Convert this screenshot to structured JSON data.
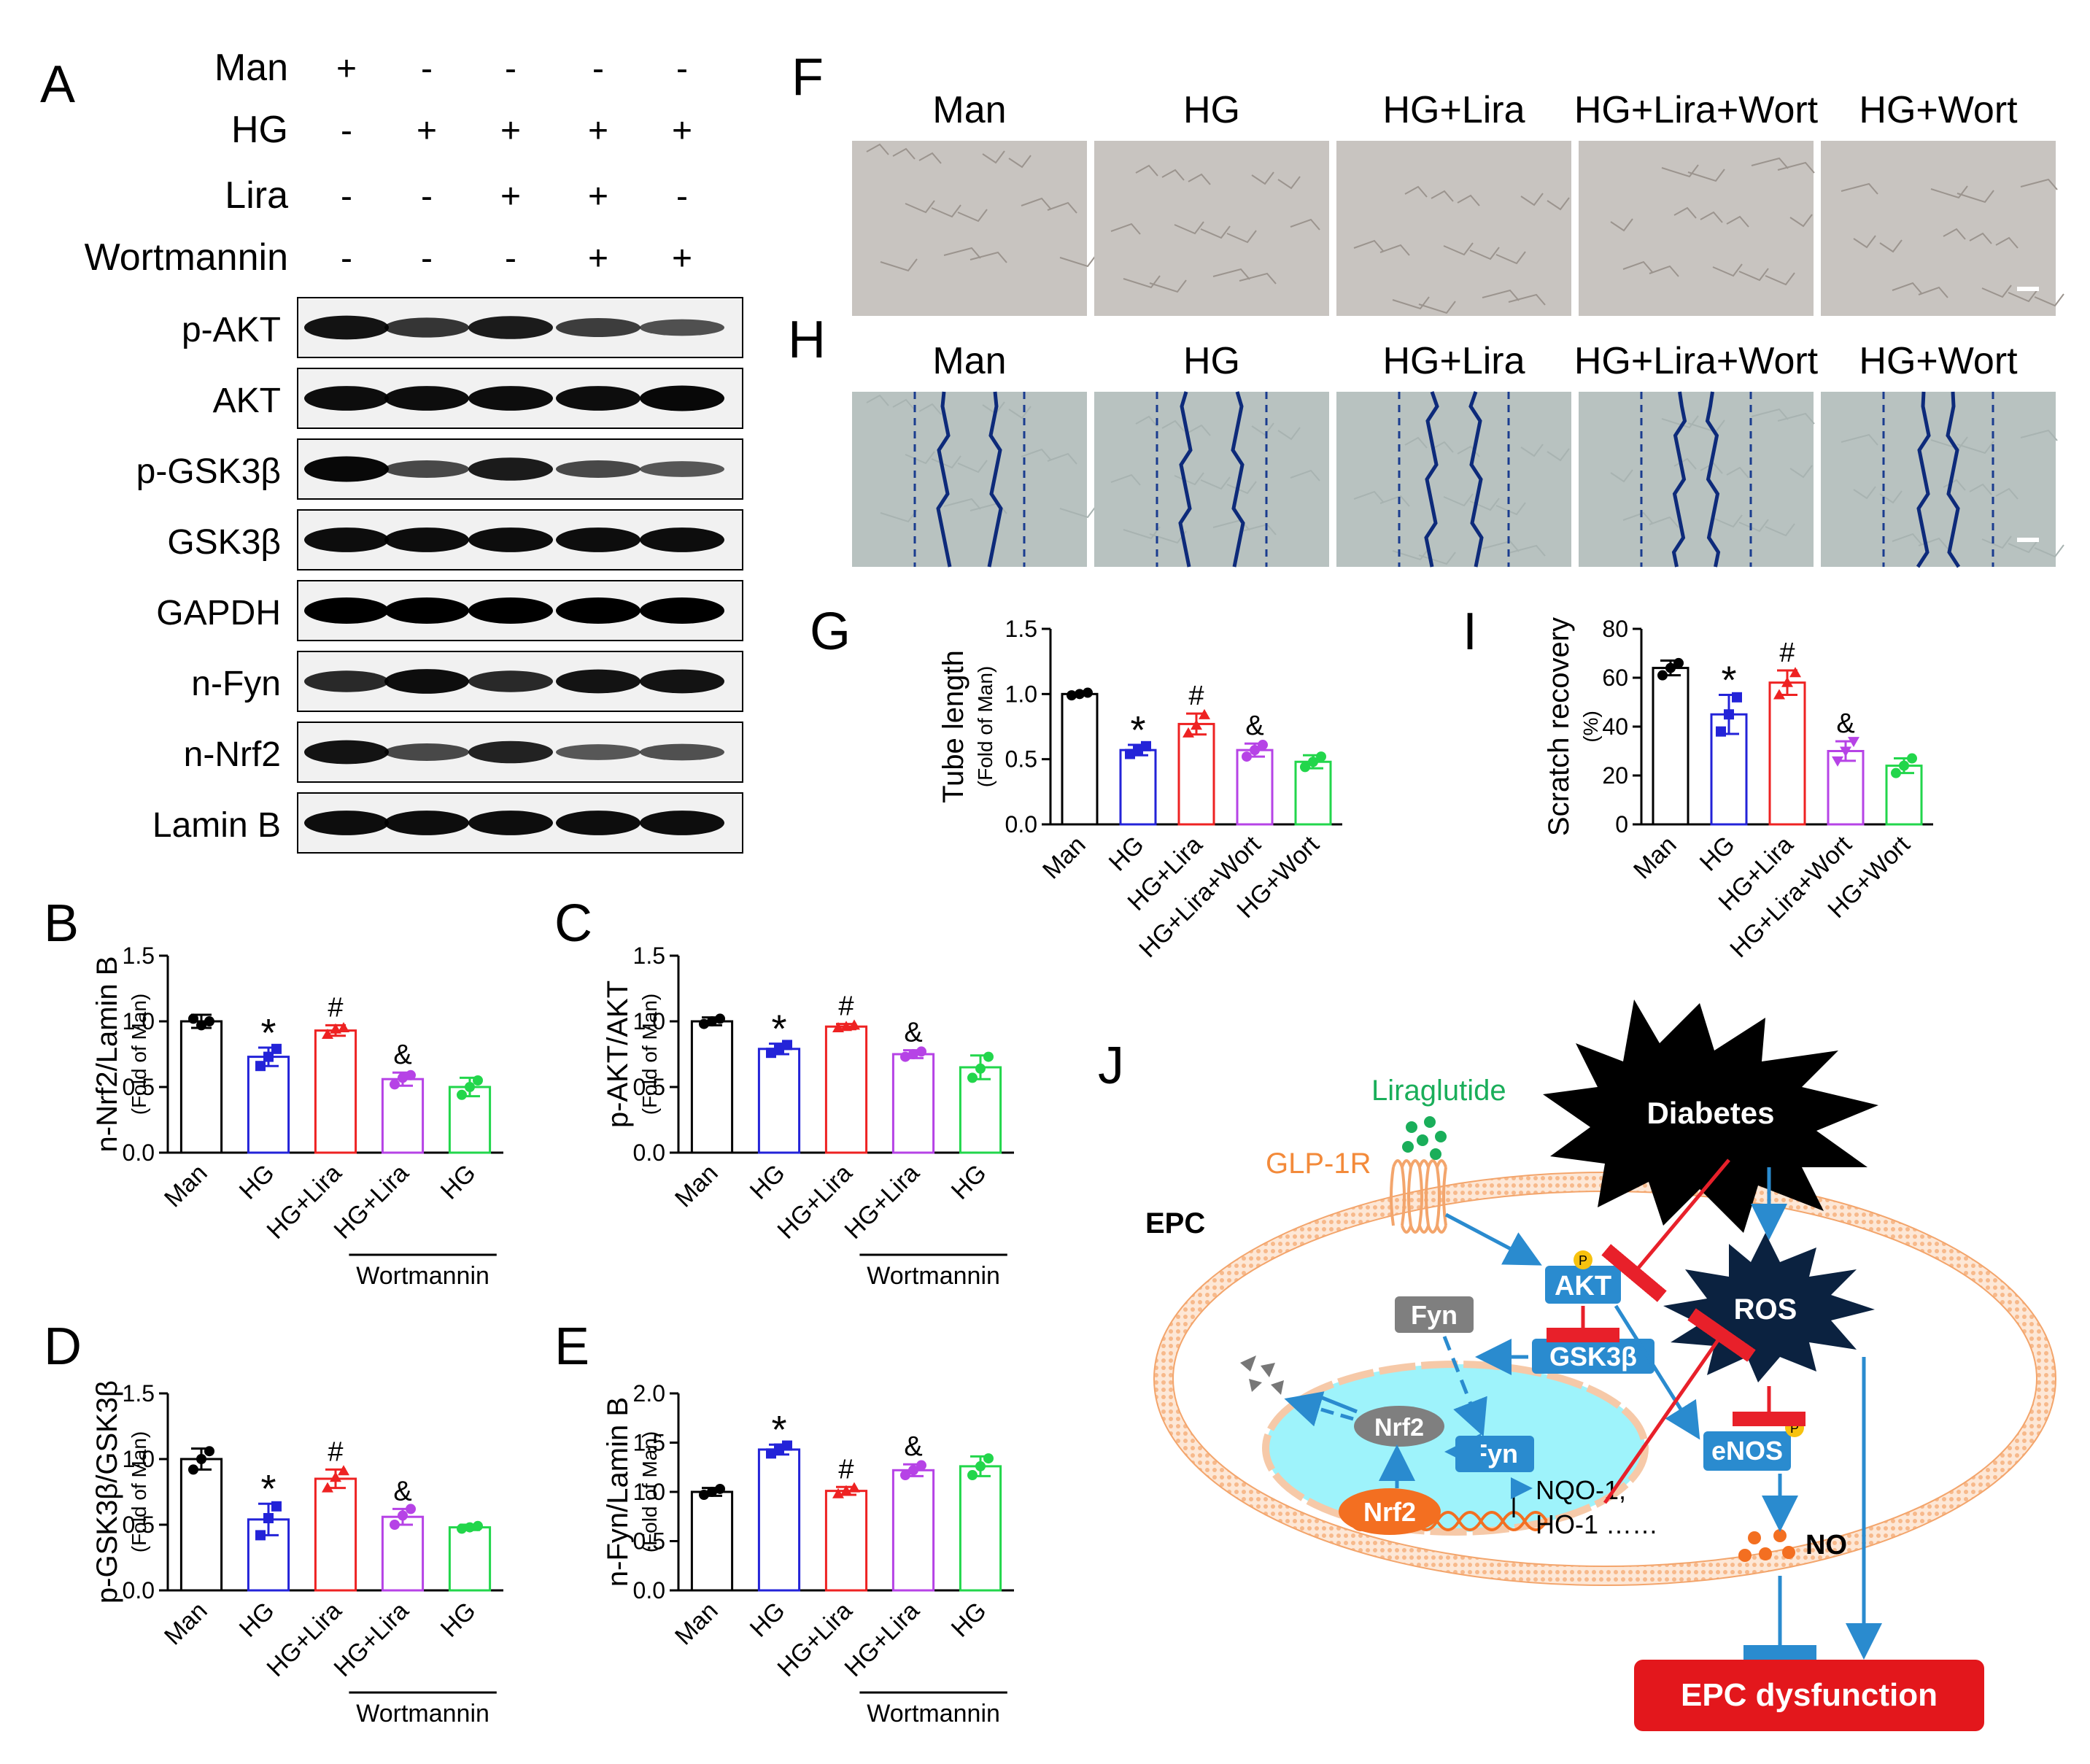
{
  "panel_letters": {
    "A": "A",
    "B": "B",
    "C": "C",
    "D": "D",
    "E": "E",
    "F": "F",
    "G": "G",
    "H": "H",
    "I": "I",
    "J": "J"
  },
  "panel_A": {
    "conditions": [
      {
        "label": "Man",
        "signs": [
          "+",
          "-",
          "-",
          "-",
          "-"
        ]
      },
      {
        "label": "HG",
        "signs": [
          "-",
          "+",
          "+",
          "+",
          "+"
        ]
      },
      {
        "label": "Lira",
        "signs": [
          "-",
          "-",
          "+",
          "+",
          "-"
        ]
      },
      {
        "label": "Wortmannin",
        "signs": [
          "-",
          "-",
          "-",
          "+",
          "+"
        ]
      }
    ],
    "blots": [
      {
        "label": "p-AKT",
        "intensity": [
          0.85,
          0.6,
          0.8,
          0.55,
          0.4
        ]
      },
      {
        "label": "AKT",
        "intensity": [
          0.9,
          0.9,
          0.9,
          0.9,
          0.95
        ]
      },
      {
        "label": "p-GSK3β",
        "intensity": [
          0.95,
          0.45,
          0.8,
          0.45,
          0.35
        ]
      },
      {
        "label": "GSK3β",
        "intensity": [
          0.9,
          0.9,
          0.9,
          0.9,
          0.9
        ]
      },
      {
        "label": "GAPDH",
        "intensity": [
          1,
          1,
          1,
          1,
          1
        ]
      },
      {
        "label": "n-Fyn",
        "intensity": [
          0.7,
          0.9,
          0.7,
          0.85,
          0.85
        ]
      },
      {
        "label": "n-Nrf2",
        "intensity": [
          0.85,
          0.45,
          0.75,
          0.35,
          0.4
        ]
      },
      {
        "label": "Lamin B",
        "intensity": [
          0.9,
          0.9,
          0.9,
          0.9,
          0.9
        ]
      }
    ]
  },
  "colors": {
    "Man": "#000000",
    "HG": "#2323d8",
    "HG+Lira": "#ee2222",
    "HG+Lira+Wort": "#b643e6",
    "HG+Wort": "#22d64b"
  },
  "chart_data": [
    {
      "id": "B",
      "type": "bar",
      "ylabel": "n-Nrf2/Lamin B",
      "ylabel2": "(Fold of Man)",
      "categories": [
        "Man",
        "HG",
        "HG+Lira",
        "HG+Lira",
        "HG"
      ],
      "group_label": "Wortmannin",
      "values": [
        1.0,
        0.73,
        0.93,
        0.56,
        0.5
      ],
      "sd": [
        0.05,
        0.07,
        0.04,
        0.05,
        0.07
      ],
      "points": [
        [
          1.02,
          0.97,
          1.0
        ],
        [
          0.66,
          0.73,
          0.79
        ],
        [
          0.9,
          0.94,
          0.95
        ],
        [
          0.52,
          0.57,
          0.59
        ],
        [
          0.44,
          0.5,
          0.55
        ]
      ],
      "marks": [
        "",
        "*",
        "#",
        "&",
        ""
      ],
      "ylim": [
        0,
        1.5
      ],
      "ticks": [
        "0.0",
        "0.5",
        "1.0",
        "1.5"
      ]
    },
    {
      "id": "C",
      "type": "bar",
      "ylabel": "p-AKT/AKT",
      "ylabel2": "(Fold of Man)",
      "categories": [
        "Man",
        "HG",
        "HG+Lira",
        "HG+Lira",
        "HG"
      ],
      "group_label": "Wortmannin",
      "values": [
        1.0,
        0.79,
        0.96,
        0.75,
        0.65
      ],
      "sd": [
        0.03,
        0.04,
        0.02,
        0.03,
        0.09
      ],
      "points": [
        [
          0.98,
          1.0,
          1.02
        ],
        [
          0.76,
          0.79,
          0.82
        ],
        [
          0.95,
          0.96,
          0.97
        ],
        [
          0.73,
          0.75,
          0.77
        ],
        [
          0.57,
          0.64,
          0.73
        ]
      ],
      "marks": [
        "",
        "*",
        "#",
        "&",
        ""
      ],
      "ylim": [
        0,
        1.5
      ],
      "ticks": [
        "0.0",
        "0.5",
        "1.0",
        "1.5"
      ]
    },
    {
      "id": "D",
      "type": "bar",
      "ylabel": "p-GSK3β/GSK3β",
      "ylabel2": "(Fold of Man)",
      "categories": [
        "Man",
        "HG",
        "HG+Lira",
        "HG+Lira",
        "HG"
      ],
      "group_label": "Wortmannin",
      "values": [
        1.0,
        0.54,
        0.85,
        0.56,
        0.48
      ],
      "sd": [
        0.08,
        0.12,
        0.07,
        0.06,
        0.02
      ],
      "points": [
        [
          0.92,
          1.0,
          1.06
        ],
        [
          0.42,
          0.55,
          0.64
        ],
        [
          0.78,
          0.86,
          0.91
        ],
        [
          0.5,
          0.57,
          0.62
        ],
        [
          0.47,
          0.48,
          0.49
        ]
      ],
      "marks": [
        "",
        "*",
        "#",
        "&",
        ""
      ],
      "ylim": [
        0,
        1.5
      ],
      "ticks": [
        "0.0",
        "0.5",
        "1.0",
        "1.5"
      ]
    },
    {
      "id": "E",
      "type": "bar",
      "ylabel": "n-Fyn/Lamin B",
      "ylabel2": "(Fold of Man)",
      "categories": [
        "Man",
        "HG",
        "HG+Lira",
        "HG+Lira",
        "HG"
      ],
      "group_label": "Wortmannin",
      "values": [
        1.0,
        1.43,
        1.01,
        1.22,
        1.26
      ],
      "sd": [
        0.04,
        0.05,
        0.04,
        0.06,
        0.1
      ],
      "points": [
        [
          0.97,
          1.0,
          1.03
        ],
        [
          1.39,
          1.44,
          1.47
        ],
        [
          0.98,
          1.01,
          1.04
        ],
        [
          1.17,
          1.22,
          1.27
        ],
        [
          1.17,
          1.26,
          1.34
        ]
      ],
      "marks": [
        "",
        "*",
        "#",
        "&",
        ""
      ],
      "ylim": [
        0,
        2.0
      ],
      "ticks": [
        "0.0",
        "0.5",
        "1.0",
        "1.5",
        "2.0"
      ]
    },
    {
      "id": "G",
      "type": "bar",
      "ylabel": "Tube length",
      "ylabel2": "(Fold of Man)",
      "categories": [
        "Man",
        "HG",
        "HG+Lira",
        "HG+Lira+Wort",
        "HG+Wort"
      ],
      "group_label": "",
      "values": [
        1.0,
        0.57,
        0.77,
        0.57,
        0.48
      ],
      "sd": [
        0.01,
        0.04,
        0.08,
        0.05,
        0.05
      ],
      "points": [
        [
          0.99,
          1.0,
          1.01
        ],
        [
          0.54,
          0.57,
          0.6
        ],
        [
          0.7,
          0.76,
          0.84
        ],
        [
          0.52,
          0.57,
          0.61
        ],
        [
          0.44,
          0.48,
          0.52
        ]
      ],
      "marks": [
        "",
        "*",
        "#",
        "&",
        ""
      ],
      "ylim": [
        0,
        1.5
      ],
      "ticks": [
        "0.0",
        "0.5",
        "1.0",
        "1.5"
      ]
    },
    {
      "id": "I",
      "type": "bar",
      "ylabel": "Scratch recovery",
      "ylabel2": "(%)",
      "categories": [
        "Man",
        "HG",
        "HG+Lira",
        "HG+Lira+Wort",
        "HG+Wort"
      ],
      "group_label": "",
      "values": [
        64,
        45,
        58,
        30,
        24
      ],
      "sd": [
        3,
        8,
        5,
        4,
        3
      ],
      "points": [
        [
          61,
          64,
          66
        ],
        [
          38,
          45,
          52
        ],
        [
          53,
          58,
          62
        ],
        [
          26,
          30,
          34
        ],
        [
          21,
          24,
          27
        ]
      ],
      "marks": [
        "",
        "*",
        "#",
        "&",
        ""
      ],
      "ylim": [
        0,
        80
      ],
      "ticks": [
        "0",
        "20",
        "40",
        "60",
        "80"
      ]
    }
  ],
  "panel_F": {
    "labels": [
      "Man",
      "HG",
      "HG+Lira",
      "HG+Lira+Wort",
      "HG+Wort"
    ]
  },
  "panel_H": {
    "labels": [
      "Man",
      "HG",
      "HG+Lira",
      "HG+Lira+Wort",
      "HG+Wort"
    ]
  },
  "panel_J": {
    "liraglutide": "Liraglutide",
    "glp1r": "GLP-1R",
    "epc": "EPC",
    "diabetes": "Diabetes",
    "ros": "ROS",
    "akt": "AKT",
    "p": "P",
    "fyn_cyto": "Fyn",
    "gsk3b": "GSK3β",
    "nrf2_top": "Nrf2",
    "fyn_nuc": "Fyn",
    "nrf2_dna": "Nrf2",
    "genes1": "NQO-1,",
    "genes2": "HO-1 ……",
    "enos": "eNOS",
    "no": "NO",
    "epc_dysfunction": "EPC dysfunction"
  }
}
